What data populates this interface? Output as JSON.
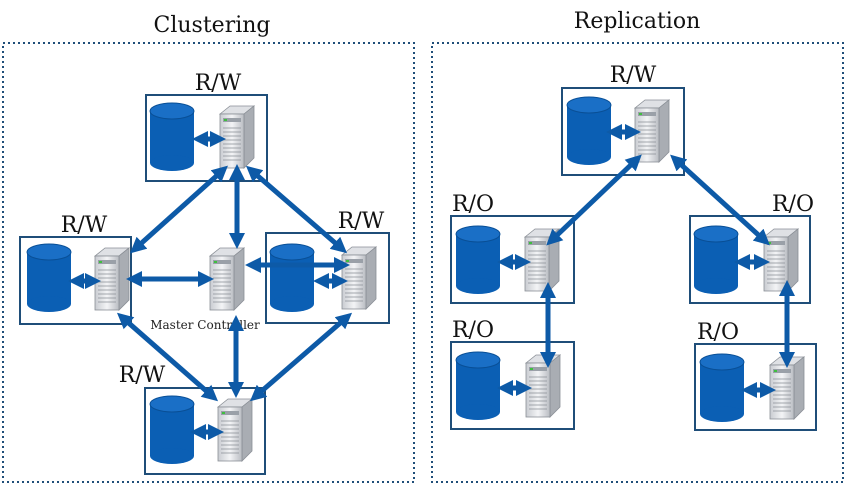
{
  "clustering": {
    "title": "Clustering",
    "labels": {
      "top": "R/W",
      "left": "R/W",
      "right": "R/W",
      "bottom": "R/W"
    },
    "controller_label": "Master Controller"
  },
  "replication": {
    "title": "Replication",
    "labels": {
      "top": "R/W",
      "mid_left": "R/O",
      "mid_right": "R/O",
      "bot_left": "R/O",
      "bot_right": "R/O"
    }
  },
  "colors": {
    "accent": "#0d5aa7",
    "frame": "#1f4e79",
    "db": "#0b5fb4"
  }
}
